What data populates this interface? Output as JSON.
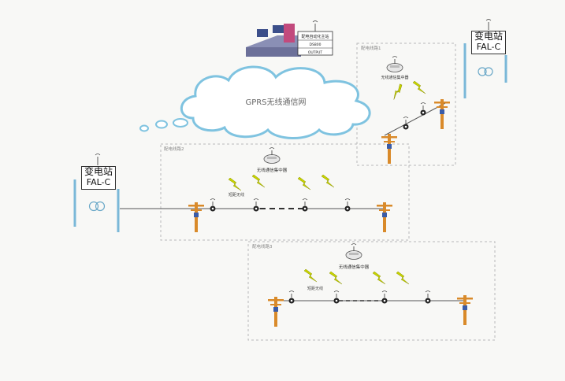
{
  "cloud": {
    "label": "GPRS无线通信网"
  },
  "server": {
    "panel_line1": "配电自动化主站",
    "panel_line2": "DS800",
    "panel_line3": "OUTPUT"
  },
  "stations": [
    {
      "name": "变电站",
      "code": "FAL-C"
    },
    {
      "name": "变电站",
      "code": "FAL-C"
    }
  ],
  "zones": [
    {
      "label": "配电线路1"
    },
    {
      "label": "配电线路2"
    },
    {
      "label": "配电线路3"
    }
  ],
  "concentrator_label": "无线通信集中器",
  "link_label": "短距无线",
  "colors": {
    "cloud_stroke": "#7fc3e0",
    "cloud_fill": "#ffffff",
    "lightning": "#c8d400",
    "pole": "#d98a2a",
    "line": "#555555",
    "zone_border": "#b9b9b9",
    "station_bar": "#7ab8d8"
  }
}
